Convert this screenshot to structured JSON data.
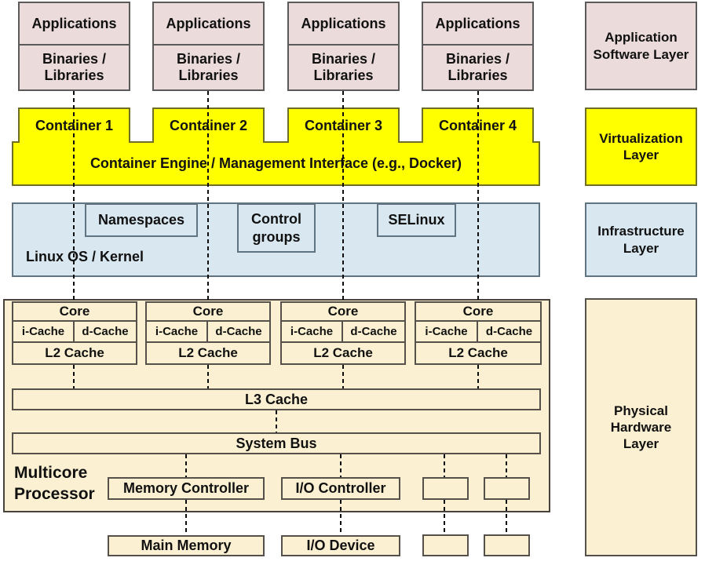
{
  "colors": {
    "pink": "#ecdbdb",
    "yellow": "#ffff00",
    "blue": "#d9e8f0",
    "cream": "#fbf0d1"
  },
  "app_stacks": [
    {
      "title": "Applications",
      "subtitle": "Binaries / Libraries"
    },
    {
      "title": "Applications",
      "subtitle": "Binaries / Libraries"
    },
    {
      "title": "Applications",
      "subtitle": "Binaries / Libraries"
    },
    {
      "title": "Applications",
      "subtitle": "Binaries / Libraries"
    }
  ],
  "containers": [
    "Container 1",
    "Container 2",
    "Container 3",
    "Container 4"
  ],
  "engine_label": "Container Engine / Management Interface (e.g., Docker)",
  "kernel": {
    "label": "Linux OS / Kernel",
    "namespaces": "Namespaces",
    "control_groups": "Control groups",
    "selinux": "SELinux"
  },
  "processor": {
    "label": "Multicore Processor",
    "cores": [
      {
        "name": "Core",
        "icache": "i-Cache",
        "dcache": "d-Cache",
        "l2": "L2 Cache"
      },
      {
        "name": "Core",
        "icache": "i-Cache",
        "dcache": "d-Cache",
        "l2": "L2 Cache"
      },
      {
        "name": "Core",
        "icache": "i-Cache",
        "dcache": "d-Cache",
        "l2": "L2 Cache"
      },
      {
        "name": "Core",
        "icache": "i-Cache",
        "dcache": "d-Cache",
        "l2": "L2 Cache"
      }
    ],
    "l3_cache": "L3 Cache",
    "system_bus": "System Bus",
    "memory_controller": "Memory Controller",
    "io_controller": "I/O Controller"
  },
  "peripherals": {
    "main_memory": "Main Memory",
    "io_device": "I/O Device"
  },
  "layers": [
    "Application Software Layer",
    "Virtualization Layer",
    "Infrastructure Layer",
    "Physical Hardware Layer"
  ]
}
